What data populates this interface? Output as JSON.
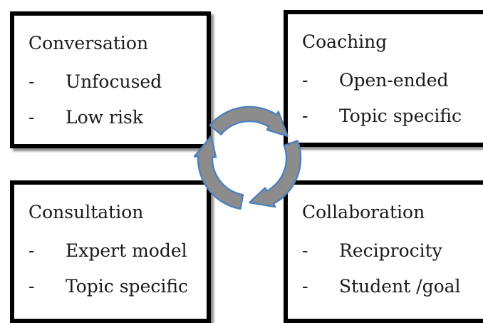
{
  "boxes": {
    "top_left": {
      "title": "Conversation",
      "items": [
        "Unfocused",
        "Low risk"
      ]
    },
    "top_right": {
      "title": "Coaching",
      "items": [
        "Open-ended",
        "Topic specific"
      ]
    },
    "bottom_left": {
      "title": "Consultation",
      "items": [
        "Expert model",
        "Topic specific"
      ]
    },
    "bottom_right": {
      "title": "Collaboration",
      "items": [
        "Reciprocity",
        "Student /goal"
      ]
    }
  },
  "bullet": "-",
  "cycle": {
    "arrow_count": 3,
    "fill_color": "#8c8c8c",
    "outline_color": "#4f81bd"
  }
}
